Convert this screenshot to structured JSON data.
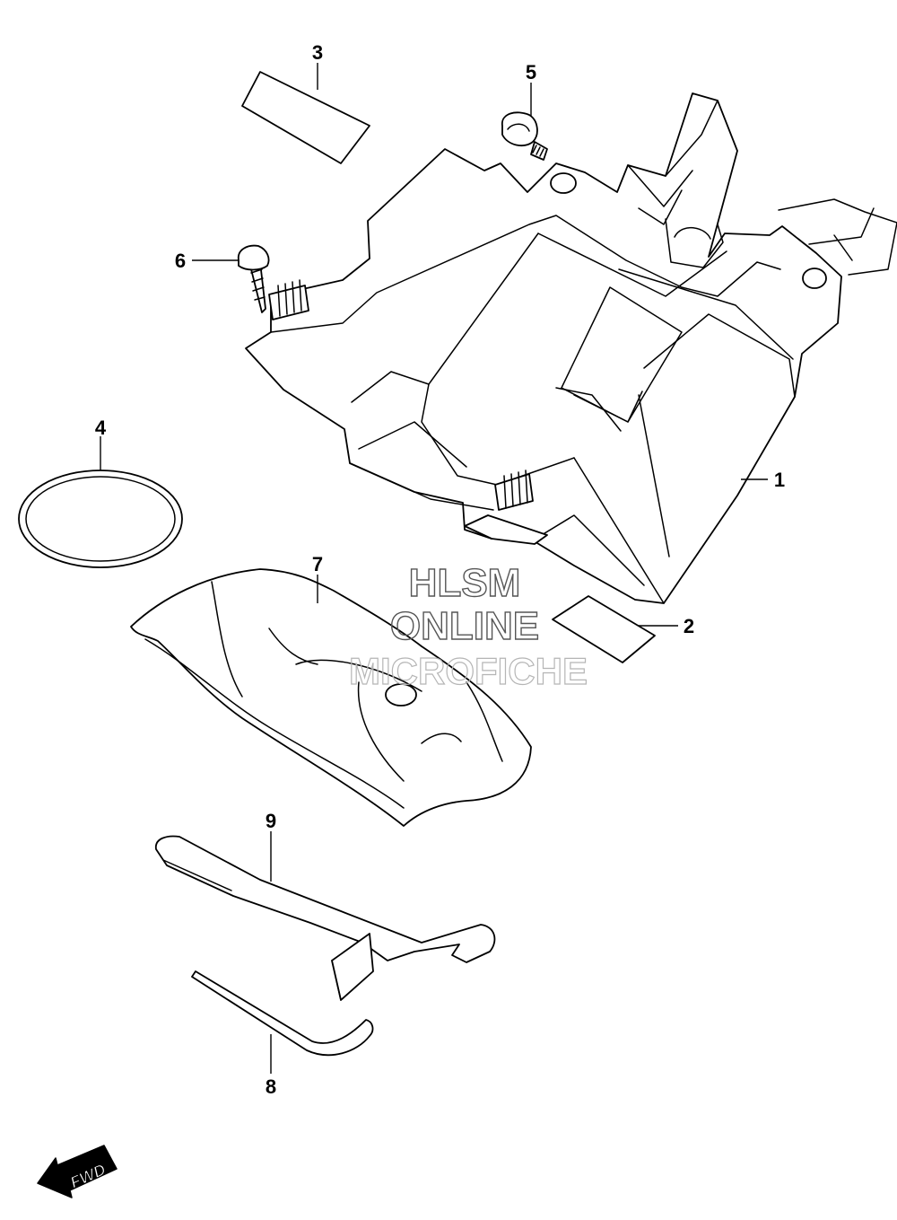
{
  "callouts": {
    "c1": "1",
    "c2": "2",
    "c3": "3",
    "c4": "4",
    "c5": "5",
    "c6": "6",
    "c7": "7",
    "c8": "8",
    "c9": "9"
  },
  "watermark": {
    "line1": "HLSM",
    "line2": "ONLINE",
    "line3": "MICROFICHE"
  },
  "direction_badge": {
    "label": "FWD"
  }
}
